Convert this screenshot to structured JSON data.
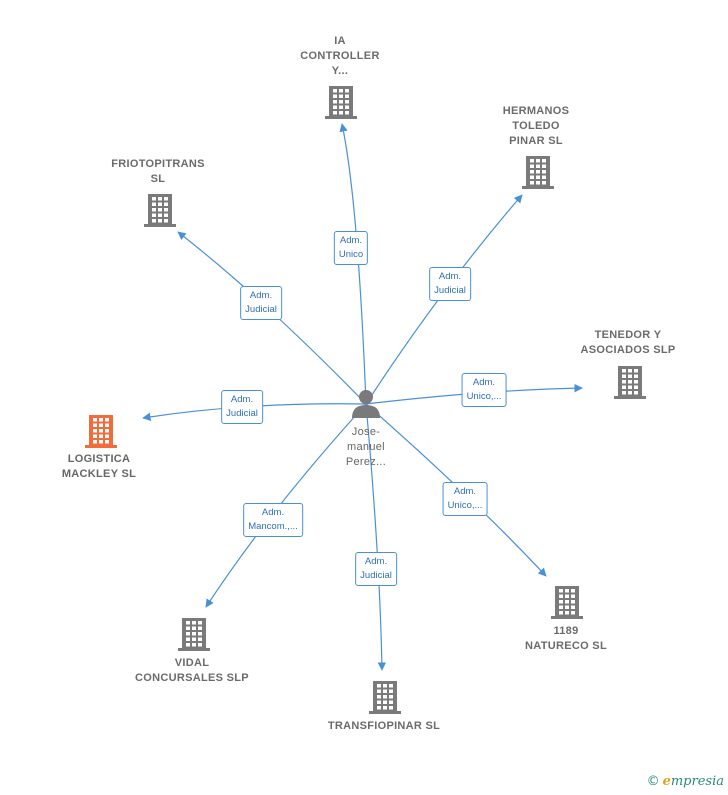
{
  "center": {
    "name": "Jose-\nmanuel\nPerez...",
    "icon": "person-icon"
  },
  "companies": [
    {
      "id": "ia-controller",
      "name": "IA\nCONTROLLER\nY...",
      "role": "Adm.\nUnico",
      "color": "#7a7a7a"
    },
    {
      "id": "hermanos-toledo",
      "name": "HERMANOS\nTOLEDO\nPINAR  SL",
      "role": "Adm.\nJudicial",
      "color": "#7a7a7a"
    },
    {
      "id": "friotopitrans",
      "name": "FRIOTOPITRANS\nSL",
      "role": "Adm.\nJudicial",
      "color": "#7a7a7a"
    },
    {
      "id": "tenedor-asociados",
      "name": "TENEDOR Y\nASOCIADOS SLP",
      "role": "Adm.\nUnico,...",
      "color": "#7a7a7a"
    },
    {
      "id": "logistica-mackley",
      "name": "LOGISTICA\nMACKLEY  SL",
      "role": "Adm.\nJudicial",
      "color": "#f26b3a"
    },
    {
      "id": "natureco",
      "name": "1189\nNATURECO  SL",
      "role": "Adm.\nUnico,...",
      "color": "#7a7a7a"
    },
    {
      "id": "vidal-concursales",
      "name": "VIDAL\nCONCURSALES SLP",
      "role": "Adm.\nMancom.,...",
      "color": "#7a7a7a"
    },
    {
      "id": "transfiopinar",
      "name": "TRANSFIOPINAR SL",
      "role": "Adm.\nJudicial",
      "color": "#7a7a7a"
    }
  ],
  "colors": {
    "edge": "#4a90d9",
    "building": "#7a7a7a",
    "highlight": "#f26b3a",
    "person": "#7a7a7a"
  },
  "footer": {
    "copyright": "©",
    "brand_first": "e",
    "brand_rest": "mpresia"
  }
}
